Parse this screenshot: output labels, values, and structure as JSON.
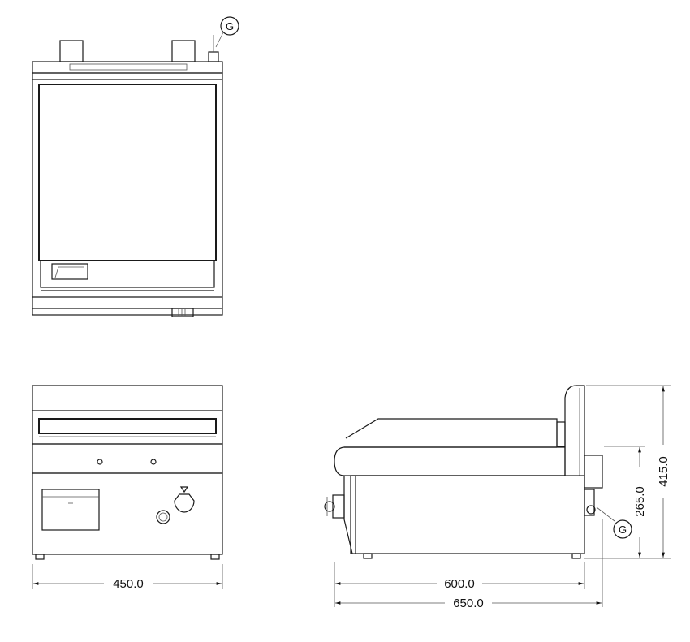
{
  "labels": {
    "gas_connection_top": "G",
    "gas_connection_side": "G"
  },
  "dimensions": {
    "front_width": "450.0",
    "side_depth_body": "600.0",
    "side_depth_total": "650.0",
    "height_connection": "265.0",
    "height_total": "415.0"
  }
}
